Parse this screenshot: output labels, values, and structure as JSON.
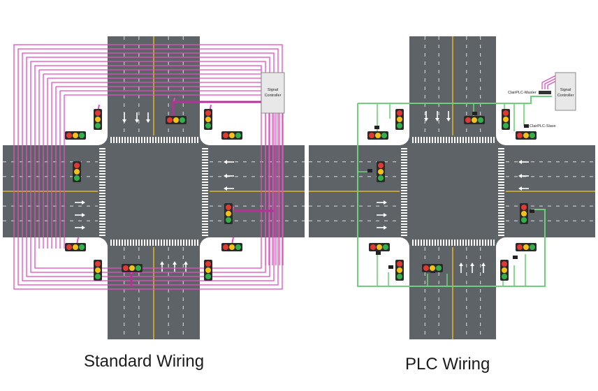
{
  "captions": {
    "standard": "Standard Wiring",
    "plc": "PLC Wiring"
  },
  "standard": {
    "controller_line1": "Signal",
    "controller_line2": "Controller"
  },
  "plc": {
    "controller_line1": "Signal",
    "controller_line2": "Controller",
    "master_label": "ClairPLC-Master",
    "slave_label": "ClairPLC-Slave"
  },
  "colors": {
    "road": "#5e6367",
    "road_edge": "#4e5357",
    "lane_marking": "#ffffff",
    "center_line": "#e0b82a",
    "pink_wire": "#e24fbf",
    "green_wire": "#6ed07a",
    "controller_fill": "#e8e8e8",
    "signal_housing": "#2a2a2a",
    "lamp_red": "#e03a34",
    "lamp_yellow": "#f2c21a",
    "lamp_green": "#34b04a"
  }
}
